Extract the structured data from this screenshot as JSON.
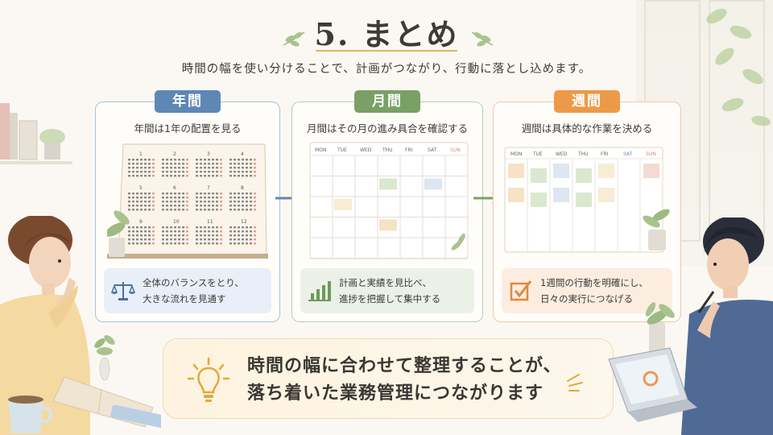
{
  "title": "5. まとめ",
  "subtitle": "時間の幅を使い分けることで、計画がつながり、行動に落とし込めます。",
  "cards": [
    {
      "tag": "年間",
      "desc": "年間は1年の配置を見る",
      "note_line1": "全体のバランスをとり、",
      "note_line2": "大きな流れを見通す",
      "icon": "scale-icon",
      "months": [
        "1",
        "2",
        "3",
        "4",
        "5",
        "6",
        "7",
        "8",
        "9",
        "10",
        "11",
        "12"
      ]
    },
    {
      "tag": "月間",
      "desc": "月間はその月の進み具合を確認する",
      "note_line1": "計画と実績を見比べ、",
      "note_line2": "進捗を把握して集中する",
      "icon": "bar-chart-icon",
      "weekdays": [
        "MON",
        "TUE",
        "WED",
        "THU",
        "FRI",
        "SAT",
        "SUN"
      ]
    },
    {
      "tag": "週間",
      "desc": "週間は具体的な作業を決める",
      "note_line1": "1週間の行動を明確にし、",
      "note_line2": "日々の実行につなげる",
      "icon": "checkbox-icon",
      "weekdays": [
        "MON",
        "TUE",
        "WED",
        "THU",
        "FRI",
        "SAT",
        "SUN"
      ]
    }
  ],
  "bottom": {
    "line1": "時間の幅に合わせて整理することが、",
    "line2": "落ち着いた業務管理につながります"
  },
  "colors": {
    "year": "#5f87b5",
    "month": "#7ba067",
    "week": "#ec9a47",
    "accent": "#e3b560"
  }
}
